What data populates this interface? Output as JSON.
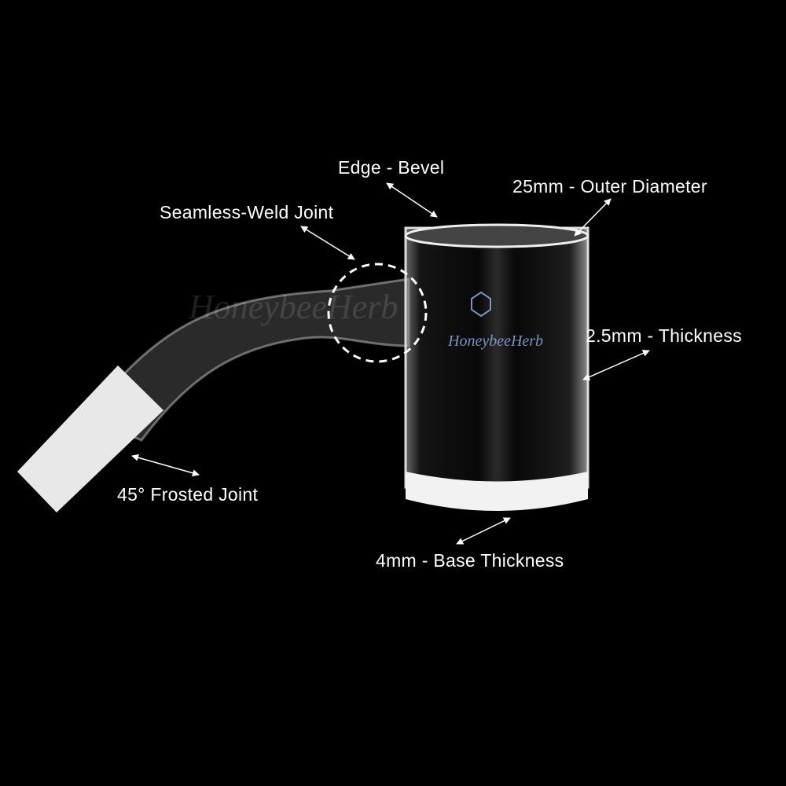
{
  "annotations": {
    "edge_bevel": "Edge - Bevel",
    "outer_diameter": "25mm - Outer Diameter",
    "seamless_weld": "Seamless-Weld Joint",
    "thickness": "2.5mm - Thickness",
    "frosted_joint": "45° Frosted Joint",
    "base_thickness": "4mm - Base Thickness"
  },
  "watermark": "HoneybeeHerb",
  "colors": {
    "background": "#000000",
    "text": "#ffffff",
    "logo": "#8fa8e0",
    "base": "#f2f2f2"
  }
}
